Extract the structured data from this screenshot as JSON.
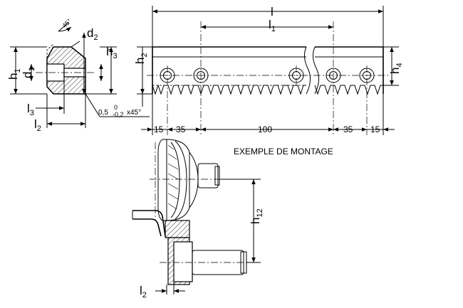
{
  "labels": {
    "angle_45": "45°",
    "d2_main": "d",
    "d2_sub": "2",
    "h3_main": "h",
    "h3_sub": "3",
    "h2_main": "h",
    "h2_sub": "2",
    "h1_main": "h",
    "h1_sub": "1",
    "d1_main": "d",
    "d1_sub": "1",
    "l3_main": "l",
    "l3_sub": "3",
    "l2_main": "l",
    "l2_sub": "2",
    "chamfer_a": "0,5",
    "chamfer_tol_upper": "0",
    "chamfer_tol_lower": "-0,2",
    "chamfer_b": "x45°",
    "l_main": "l",
    "l1_main": "l",
    "l1_sub": "1",
    "h4_main": "h",
    "h4_sub": "4",
    "h12_main": "h",
    "h12_sub": "12",
    "l2b_main": "l",
    "l2b_sub": "2"
  },
  "dimensions": {
    "d15_left": "15",
    "d35_left": "35",
    "d100": "100",
    "d35_right": "35",
    "d15_right": "15"
  },
  "mounting_title": "EXEMPLE DE MONTAGE"
}
